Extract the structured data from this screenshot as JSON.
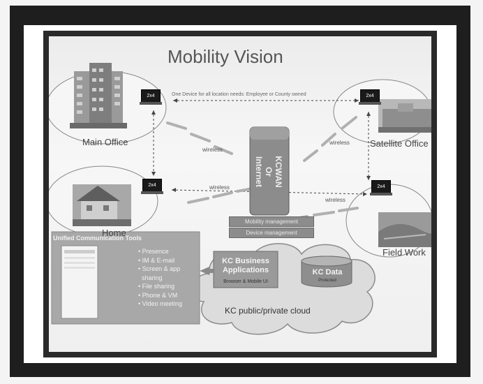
{
  "title": "Mobility Vision",
  "locations": {
    "main_office": "Main Office",
    "satellite_office": "Satellite Office",
    "home": "Home",
    "field_work": "Field Work"
  },
  "note": "One Device for all location needs: Employee or County owned",
  "wireless_label": "wireless",
  "kcwan": [
    "KCWAN",
    "Or",
    "Internet"
  ],
  "management": {
    "mobility": "Mobility management",
    "device": "Device management"
  },
  "unified_comm": {
    "title": "Unified Communication Tools",
    "items": [
      "Presence",
      "IM & E-mail",
      "Screen & app",
      "sharing",
      "File sharing",
      "Phone & VM",
      "Video meeting"
    ]
  },
  "kc_business": {
    "title": "KC Business Applications",
    "subtitle": "Browser & Mobile UI"
  },
  "kc_data": {
    "title": "KC Data",
    "subtitle": "Protected"
  },
  "cloud_label": "KC public/private cloud",
  "laptop_screen_text": "2x4",
  "colors": {
    "frame": "#1e1e1e",
    "tower": "#8c8c8c",
    "cloud": "#dcdcdc",
    "panel": "#a8a8a8"
  }
}
